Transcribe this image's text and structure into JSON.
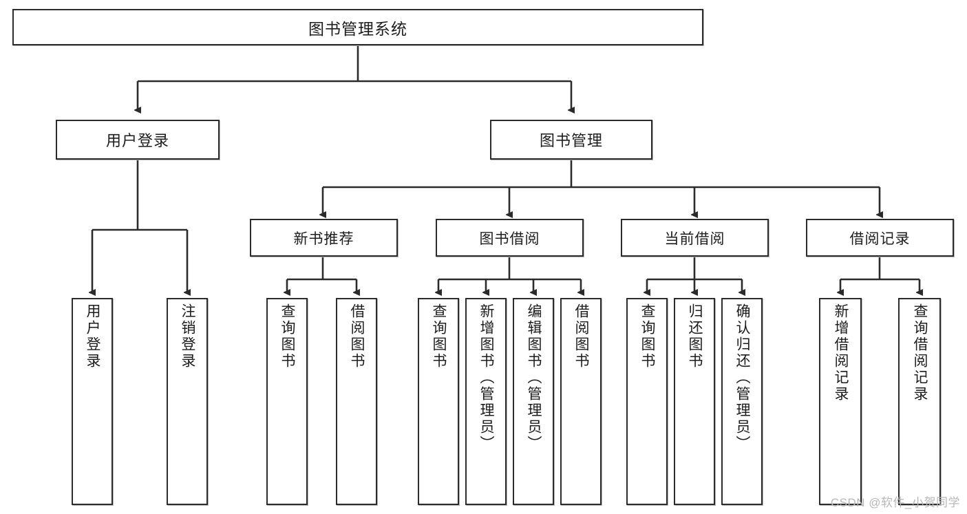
{
  "diagram": {
    "title": "图书管理系统",
    "type": "tree",
    "orientation": "top-down",
    "root": {
      "id": "root",
      "label": "图书管理系统",
      "level": 0
    },
    "nodes": [
      {
        "id": "user-login",
        "label": "用户登录",
        "level": 1,
        "parent": "root",
        "children": [
          {
            "id": "user-login-do",
            "label": "用户登录",
            "level": 2,
            "orientation": "vertical"
          },
          {
            "id": "user-logout",
            "label": "注销登录",
            "level": 2,
            "orientation": "vertical"
          }
        ]
      },
      {
        "id": "book-management",
        "label": "图书管理",
        "level": 1,
        "parent": "root",
        "children": [
          {
            "id": "new-book-recommend",
            "label": "新书推荐",
            "level": 2,
            "children": [
              {
                "id": "nbr-query-book",
                "label": "查询图书",
                "level": 3,
                "orientation": "vertical"
              },
              {
                "id": "nbr-borrow-book",
                "label": "借阅图书",
                "level": 3,
                "orientation": "vertical"
              }
            ]
          },
          {
            "id": "book-borrow",
            "label": "图书借阅",
            "level": 2,
            "children": [
              {
                "id": "bb-query-book",
                "label": "查询图书",
                "level": 3,
                "orientation": "vertical"
              },
              {
                "id": "bb-add-book",
                "label": "新增图书（管理员）",
                "level": 3,
                "orientation": "vertical"
              },
              {
                "id": "bb-edit-book",
                "label": "编辑图书（管理员）",
                "level": 3,
                "orientation": "vertical"
              },
              {
                "id": "bb-borrow-book",
                "label": "借阅图书",
                "level": 3,
                "orientation": "vertical"
              }
            ]
          },
          {
            "id": "current-borrow",
            "label": "当前借阅",
            "level": 2,
            "children": [
              {
                "id": "cb-query-book",
                "label": "查询图书",
                "level": 3,
                "orientation": "vertical"
              },
              {
                "id": "cb-return-book",
                "label": "归还图书",
                "level": 3,
                "orientation": "vertical"
              },
              {
                "id": "cb-confirm-return",
                "label": "确认归还（管理员）",
                "level": 3,
                "orientation": "vertical"
              }
            ]
          },
          {
            "id": "borrow-record",
            "label": "借阅记录",
            "level": 2,
            "children": [
              {
                "id": "br-add-record",
                "label": "新增借阅记录",
                "level": 3,
                "orientation": "vertical"
              },
              {
                "id": "br-query-record",
                "label": "查询借阅记录",
                "level": 3,
                "orientation": "vertical"
              }
            ]
          }
        ]
      }
    ]
  },
  "watermark": {
    "text": "CSDN @软件_小贺同学"
  },
  "colors": {
    "box_border": "#2b2b2b",
    "box_fill": "#ffffff",
    "edge": "#2b2b2b",
    "text": "#1c1c1c",
    "watermark": "#b7b7b7",
    "background": "#ffffff"
  }
}
